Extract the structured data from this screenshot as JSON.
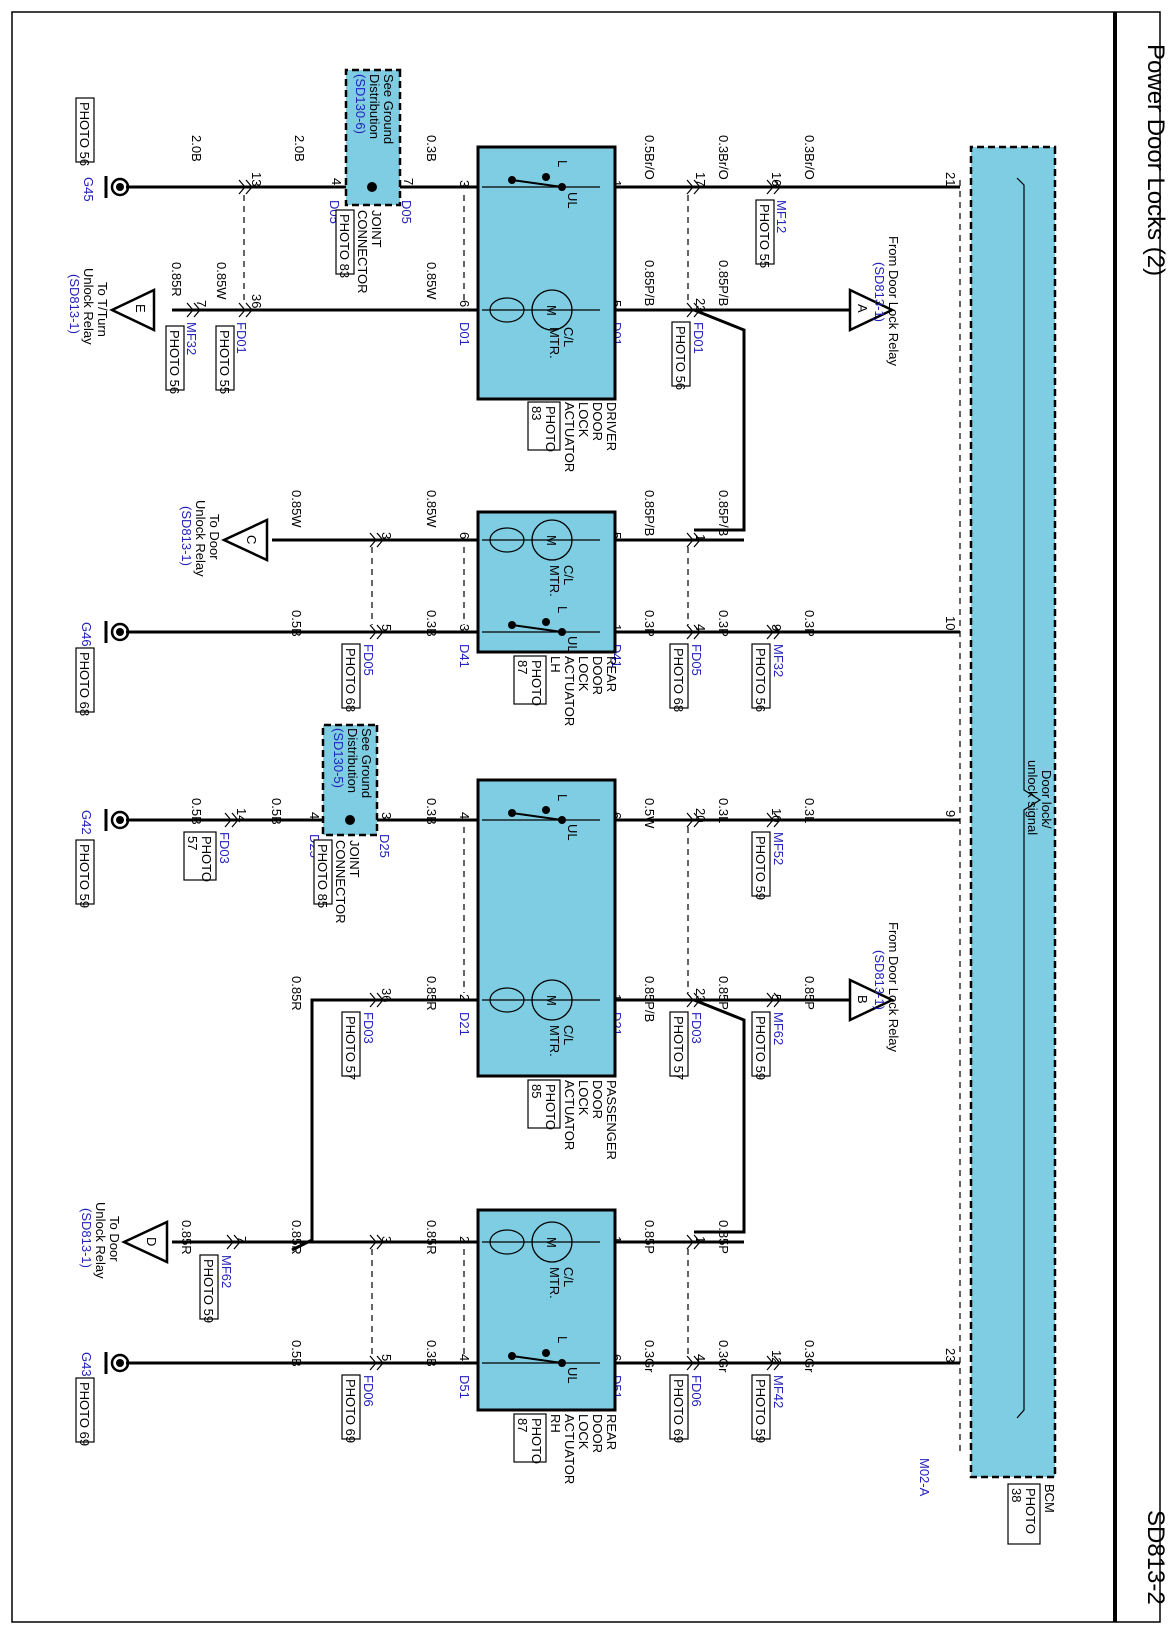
{
  "page": {
    "title": "Power Door Locks (2)",
    "code": "SD813-2"
  },
  "bcm": {
    "name": "BCM",
    "photo": "PHOTO 38",
    "signal_label_1": "Door lock/",
    "signal_label_2": "unlock signal",
    "connector": "M02-A"
  },
  "driver": {
    "name_lines": [
      "DRIVER",
      "DOOR",
      "LOCK",
      "ACTUATOR"
    ],
    "photo_lines": [
      "PHOTO",
      "83"
    ],
    "motor_label_1": "C/L",
    "motor_label_2": "MTR.",
    "switch_l": "L",
    "switch_ul": "UL",
    "conn": "D01",
    "pins": {
      "sw_right": "1",
      "mtr_right": "5",
      "sw_left": "3",
      "mtr_left": "6"
    },
    "wires": {
      "sw_a": "0.5Br/O",
      "sw_b": "0.3Br/O",
      "sw_c": "0.3Br/O",
      "mtr_a": "0.85P/B",
      "mtr_b": "0.85P/B",
      "gnd_a": "0.3B",
      "gnd_b": "2.0B",
      "gnd_c": "2.0B",
      "out_a": "0.85W",
      "out_b": "0.85W",
      "out_c": "0.85R"
    },
    "conn_pins": {
      "fd01_sw": "17",
      "mf12": "16",
      "bcm": "21",
      "fd01_mtr": "23",
      "d05_r": "7",
      "d05_l": "4",
      "fd01_gnd": "13",
      "fd01_out": "36",
      "mf32": "7"
    },
    "conns": {
      "mf12": "MF12",
      "mf12_photo": "PHOTO 55",
      "fd01": "FD01",
      "fd01_photo": "PHOTO 56",
      "fd01_out": "FD01",
      "fd01_out_photo": "PHOTO 55",
      "mf32": "MF32",
      "mf32_photo": "PHOTO 56"
    },
    "from_relay": {
      "letter": "A",
      "text": "From Door Lock Relay",
      "ref": "(SD813-1)"
    },
    "to_relay": {
      "letter": "E",
      "line1": "To T/Turn",
      "line2": "Unlock Relay",
      "ref": "(SD813-1)"
    },
    "ground": {
      "id": "G45",
      "photo": "PHOTO 56"
    },
    "joint": {
      "line1": "See Ground",
      "line2": "Distribution",
      "ref": "(SD130-6)",
      "conn": "D05",
      "name1": "JOINT",
      "name2": "CONNECTOR",
      "photo": "PHOTO 83"
    }
  },
  "rear_lh": {
    "name_lines": [
      "REAR",
      "DOOR",
      "LOCK",
      "ACTUATOR",
      "LH"
    ],
    "photo_lines": [
      "PHOTO",
      "87"
    ],
    "motor_label_1": "C/L",
    "motor_label_2": "MTR.",
    "switch_l": "L",
    "switch_ul": "UL",
    "conn": "D41",
    "pins": {
      "mtr_right": "5",
      "sw_right": "1",
      "mtr_left": "6",
      "sw_left": "3"
    },
    "wires": {
      "mtr_a": "0.85P/B",
      "mtr_b": "0.85P/B",
      "sw_a": "0.3P",
      "sw_b": "0.3P",
      "sw_c": "0.3P",
      "out_a": "0.85W",
      "out_b": "0.85W",
      "gnd_a": "0.3B",
      "gnd_b": "0.5B"
    },
    "conn_pins": {
      "fd05_mtr": "1",
      "fd05_sw": "4",
      "mf32": "9",
      "bcm": "10",
      "fd05_out": "3",
      "fd05_gnd": "5"
    },
    "conns": {
      "fd05": "FD05",
      "fd05_photo": "PHOTO 68",
      "mf32": "MF32",
      "mf32_photo": "PHOTO 56",
      "fd05_gnd": "FD05",
      "fd05_gnd_photo": "PHOTO 68"
    },
    "to_relay": {
      "letter": "C",
      "line1": "To Door",
      "line2": "Unlock Relay",
      "ref": "(SD813-1)"
    },
    "ground": {
      "id": "G46",
      "photo": "PHOTO 68"
    }
  },
  "passenger": {
    "name_lines": [
      "PASSENGER",
      "DOOR",
      "LOCK",
      "ACTUATOR"
    ],
    "photo_lines": [
      "PHOTO",
      "85"
    ],
    "motor_label_1": "C/L",
    "motor_label_2": "MTR.",
    "switch_l": "L",
    "switch_ul": "UL",
    "conn": "D21",
    "pins": {
      "sw_right": "6",
      "mtr_right": "1",
      "sw_left": "4",
      "mtr_left": "2"
    },
    "wires": {
      "sw_a": "0.5W",
      "sw_b": "0.3L",
      "sw_c": "0.3L",
      "mtr_a": "0.85P/B",
      "mtr_b": "0.85P",
      "mtr_c": "0.85P",
      "gnd_a": "0.3B",
      "gnd_b": "0.5B",
      "gnd_c": "0.5B",
      "out_a": "0.85R",
      "out_b": "0.85R"
    },
    "conn_pins": {
      "fd03_sw": "20",
      "mf52": "10",
      "bcm": "9",
      "fd03_mtr": "23",
      "mf62": "5",
      "d25_r": "3",
      "d25_l": "4",
      "fd03_gnd": "14",
      "fd03_out": "36"
    },
    "conns": {
      "mf52": "MF52",
      "mf52_photo": "PHOTO 59",
      "fd03": "FD03",
      "fd03_photo": "PHOTO 57",
      "mf62": "MF62",
      "mf62_photo": "PHOTO 59",
      "fd03_gnd": "FD03",
      "fd03_gnd_photo_1": "PHOTO",
      "fd03_gnd_photo_2": "57",
      "fd03_out": "FD03",
      "fd03_out_photo": "PHOTO 57"
    },
    "from_relay": {
      "letter": "B",
      "text": "From Door Lock Relay",
      "ref": "(SD813-1)"
    },
    "ground": {
      "id": "G42",
      "photo": "PHOTO 59"
    },
    "joint": {
      "line1": "See Ground",
      "line2": "Distribution",
      "ref": "(SD130-5)",
      "conn": "D25",
      "name1": "JOINT",
      "name2": "CONNECTOR",
      "photo": "PHOTO 85"
    }
  },
  "rear_rh": {
    "name_lines": [
      "REAR",
      "DOOR",
      "LOCK",
      "ACTUATOR",
      "RH"
    ],
    "photo_lines": [
      "PHOTO",
      "87"
    ],
    "motor_label_1": "C/L",
    "motor_label_2": "MTR.",
    "switch_l": "L",
    "switch_ul": "UL",
    "conn": "D51",
    "pins": {
      "mtr_right": "1",
      "sw_right": "6",
      "mtr_left": "2",
      "sw_left": "4"
    },
    "wires": {
      "mtr_a": "0.85P",
      "mtr_b": "0.85P",
      "sw_a": "0.3Gr",
      "sw_b": "0.3Gr",
      "sw_c": "0.3Gr",
      "out_a": "0.85R",
      "out_b": "0.85R",
      "out_c": "0.85R",
      "gnd_a": "0.3B",
      "gnd_b": "0.5B"
    },
    "conn_pins": {
      "fd06_mtr": "1",
      "fd06_sw": "4",
      "mf42": "12",
      "bcm": "23",
      "fd06_out": "3",
      "mf62": "7",
      "fd06_gnd": "5"
    },
    "conns": {
      "fd06": "FD06",
      "fd06_photo": "PHOTO 69",
      "mf42": "MF42",
      "mf42_photo": "PHOTO 59",
      "mf62": "MF62",
      "mf62_photo": "PHOTO 59",
      "fd06_gnd": "FD06",
      "fd06_gnd_photo": "PHOTO 69"
    },
    "to_relay": {
      "letter": "D",
      "line1": "To Door",
      "line2": "Unlock Relay",
      "ref": "(SD813-1)"
    },
    "ground": {
      "id": "G43",
      "photo": "PHOTO 69"
    }
  }
}
